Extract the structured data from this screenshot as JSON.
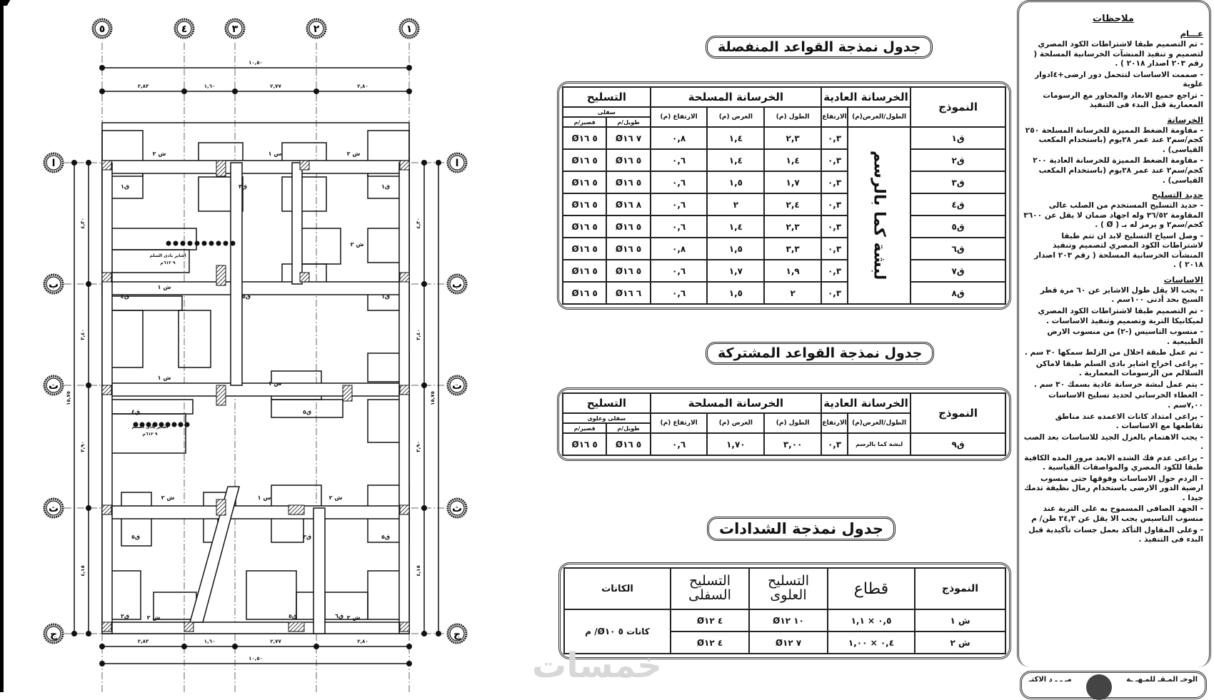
{
  "plan": {
    "grid_cols": [
      "١",
      "٢",
      "٣",
      "٤",
      "٥"
    ],
    "grid_rows": [
      "ا",
      "ب",
      "ت",
      "ث",
      "ج"
    ],
    "dims_top_total": "١٠,٥٠",
    "dims_top_segments": [
      "٢,٨٣",
      "١,٦٠",
      "٢,٧٧",
      "٢,٨٠"
    ],
    "dims_bottom_total": "١٠,٥٠",
    "dims_bottom_segments": [
      "٢,٨٣",
      "١,٦٠",
      "٢,٧٧",
      "٢,٨٠"
    ],
    "dims_side_segments": [
      "٤,٣٠",
      "٣,٤٠",
      "٣,٩٠",
      "٤,١٥"
    ],
    "dims_side_total": "١٥,٧٥",
    "beam_labels": {
      "s1": "ش ١",
      "s2": "ش ٢",
      "m1": "س ١"
    },
    "footing_labels": [
      "ق١",
      "ق٢",
      "ق٣",
      "ق٤",
      "ق٥",
      "ق٦",
      "ق٧",
      "ق٨",
      "ق٩"
    ],
    "wall_label": "ق ١",
    "stair_note_1": "اشاير بادى السلم",
    "stair_note_2": "٩ ٦١٢م",
    "stair_beam": "س ١"
  },
  "table1": {
    "title": "جدول نمذجة القواعد المنفصلة",
    "headers": {
      "model": "النموذج",
      "plain": "الخرسانة العادية",
      "reinforced": "الخرسانة المسلحة",
      "steel": "التسليح",
      "plain_lw": "الطول/العرض(م)",
      "plain_h": "الارتفاع",
      "rc_len": "الطول (م)",
      "rc_wid": "العرض (م)",
      "rc_h": "الارتفاع (م)",
      "steel_sub": "سفلى",
      "steel_long": "طويل/م",
      "steel_short": "قصير/م"
    },
    "plain_lw_merged": "لبشة كما بالرسم",
    "rows": [
      {
        "model": "ق١",
        "plain_h": "٠,٣",
        "rc_len": "٢,٣",
        "rc_wid": "١,٤",
        "rc_h": "٠,٨",
        "long": "٧ Ø١٦",
        "short": "٥ Ø١٦"
      },
      {
        "model": "ق٢",
        "plain_h": "٠,٣",
        "rc_len": "١,٤",
        "rc_wid": "١,٤",
        "rc_h": "٠,٦",
        "long": "٥ Ø١٦",
        "short": "٥ Ø١٦"
      },
      {
        "model": "ق٣",
        "plain_h": "٠,٣",
        "rc_len": "١,٧",
        "rc_wid": "١,٥",
        "rc_h": "٠,٦",
        "long": "٥ Ø١٦",
        "short": "٥ Ø١٦"
      },
      {
        "model": "ق٤",
        "plain_h": "٠,٣",
        "rc_len": "٢,٤",
        "rc_wid": "٢",
        "rc_h": "٠,٦",
        "long": "٨ Ø١٦",
        "short": "٥ Ø١٦"
      },
      {
        "model": "ق٥",
        "plain_h": "٠,٣",
        "rc_len": "٢,٣",
        "rc_wid": "١,٤",
        "rc_h": "٠,٦",
        "long": "٥ Ø١٦",
        "short": "٥ Ø١٦"
      },
      {
        "model": "ق٦",
        "plain_h": "٠,٣",
        "rc_len": "٣,٣",
        "rc_wid": "١,٥",
        "rc_h": "٠,٨",
        "long": "٥ Ø١٦",
        "short": "٥ Ø١٦"
      },
      {
        "model": "ق٧",
        "plain_h": "٠,٣",
        "rc_len": "١,٩",
        "rc_wid": "١,٧",
        "rc_h": "٠,٦",
        "long": "٥ Ø١٦",
        "short": "٥ Ø١٦"
      },
      {
        "model": "ق٨",
        "plain_h": "٠,٣",
        "rc_len": "٢",
        "rc_wid": "١,٥",
        "rc_h": "٠,٦",
        "long": "٦ Ø١٦",
        "short": "٥ Ø١٦"
      }
    ]
  },
  "table2": {
    "title": "جدول نمذجة القواعد المشتركة",
    "steel_sub": "سفلى وعلوى",
    "rows": [
      {
        "model": "ق٩",
        "plain_lw": "لبشة كما بالرسم",
        "plain_h": "٠,٣",
        "rc_len": "٣,٠٠",
        "rc_wid": "١,٧٠",
        "rc_h": "٠,٦",
        "long": "٥ Ø١٦",
        "short": "٥ Ø١٦"
      }
    ]
  },
  "table3": {
    "title": "جدول نمذجة الشدادات",
    "headers": {
      "model": "النموذج",
      "section": "قطاع",
      "top": "التسليح العلوى",
      "bottom": "التسليح السفلى",
      "stirrups": "الكانات"
    },
    "stirrups_merged": "كانات ٥ Ø١٠/ م",
    "rows": [
      {
        "model": "ش ١",
        "section": "٠,٥ × ١,١",
        "top": "١٠ Ø١٢",
        "bottom": "٤ Ø١٢"
      },
      {
        "model": "ش ٢",
        "section": "٠,٤ × ١,٠٠",
        "top": "٧ Ø١٢",
        "bottom": "٤ Ø١٢"
      }
    ]
  },
  "notes": {
    "title": "ملاحظات",
    "sections": [
      {
        "heading": "عـــام",
        "items": [
          "تم التصميم طبقا لاشتراطات الكود المصري لتصميم و تنفيذ المنشآت الخرسانية المسلحة ( رقم ٢٠٣ اصدار ٢٠١٨ ) .",
          "صممت الاساسات لتتحمل دور ارضى+٤ادوار علوية",
          "تراجع جميع الابعاد والمحاور مع الرسومات المعمارية قبل البدء فى التنفيذ"
        ]
      },
      {
        "heading": "الخرسانة",
        "items": [
          "مقاومة الضغط المميزة للخرسانة المسلحة ٢٥٠ كجم/سم٢ عند عمر ٢٨يوم (باستخدام المكعب القياسى) .",
          "مقاومة الضغط المميزة للخرسانة العادية ٢٠٠ كجم/سم٢ عند عمر ٢٨يوم (باستخدام المكعب القياسى) ."
        ]
      },
      {
        "heading": "حديد التسليح",
        "items": [
          "حديد التسليح المستخدم من الصلب عالى المقاومة ٣٦/٥٢ وله اجهاد ضمان لا يقل عن ٣٦٠٠ كجم/سم٢ و يرمز له بـ ( Ø ) .",
          "وصل اسياخ التسليح لابد ان تتم طبقا لاشتراطات الكود المصري لتصميم وتنفيذ المنشآت الخرسانية المسلحة ( رقم ٢٠٣ اصدار ٢٠١٨ ) ."
        ]
      },
      {
        "heading": "الاساسات",
        "items": [
          "يجب الا يقل طول الاشاير عن ٦٠ مرة قطر السيخ بحد أدنى ١٠٠سم .",
          "تم التصميم طبقا لاشتراطات الكود المصري لميكانيكا التربة وتصميم وتنفيذ الاساسات .",
          "منسوب التاسيس (-٢) من منسوب الارض الطبيعية .",
          "تم عمل طبقة احلال من الزلط سمكها ٣٠ سم .",
          "يراعى اخراج اشاير بادى السلم طبقا لاماكن السلالم من الرسومات المعمارية .",
          "يتم عمل لبشة خرسانة عادية بسمك ٣٠ سم .",
          "الغطاء الخرساني لحديد تسليح الاساسات ٧,٠٠سم .",
          "يراعى امتداد كانات الاعمده عند مناطق تقاطعها مع الاساسات .",
          "يجب الاهتمام بالعزل الجيد للاساسات بعد الصب .",
          "يراعى عدم فك الشده الابعد مرور المده الكافية طبقا للكود المصري والمواصفات القياسية .",
          "الردم حول الاساسات وفوقها حتى منسوب ارضية الدور الارضى باستخدام رمال نظيفة تدمك جيدا .",
          "الجهد الصافى المسموح به على التربة عند منسوب التاسيس يجب الا يقل عن ٢٤,٢ طن/ م",
          "وعلى المقاول التأكد بعمل جسات تأكيدية قبل البدء فى التنفيذ ."
        ]
      }
    ]
  },
  "title_block": {
    "right": "الوحـ المـقـ للمـهـ ـة",
    "left": "مـ ـ ـ د الاكتـ"
  },
  "watermark": "خمسات"
}
